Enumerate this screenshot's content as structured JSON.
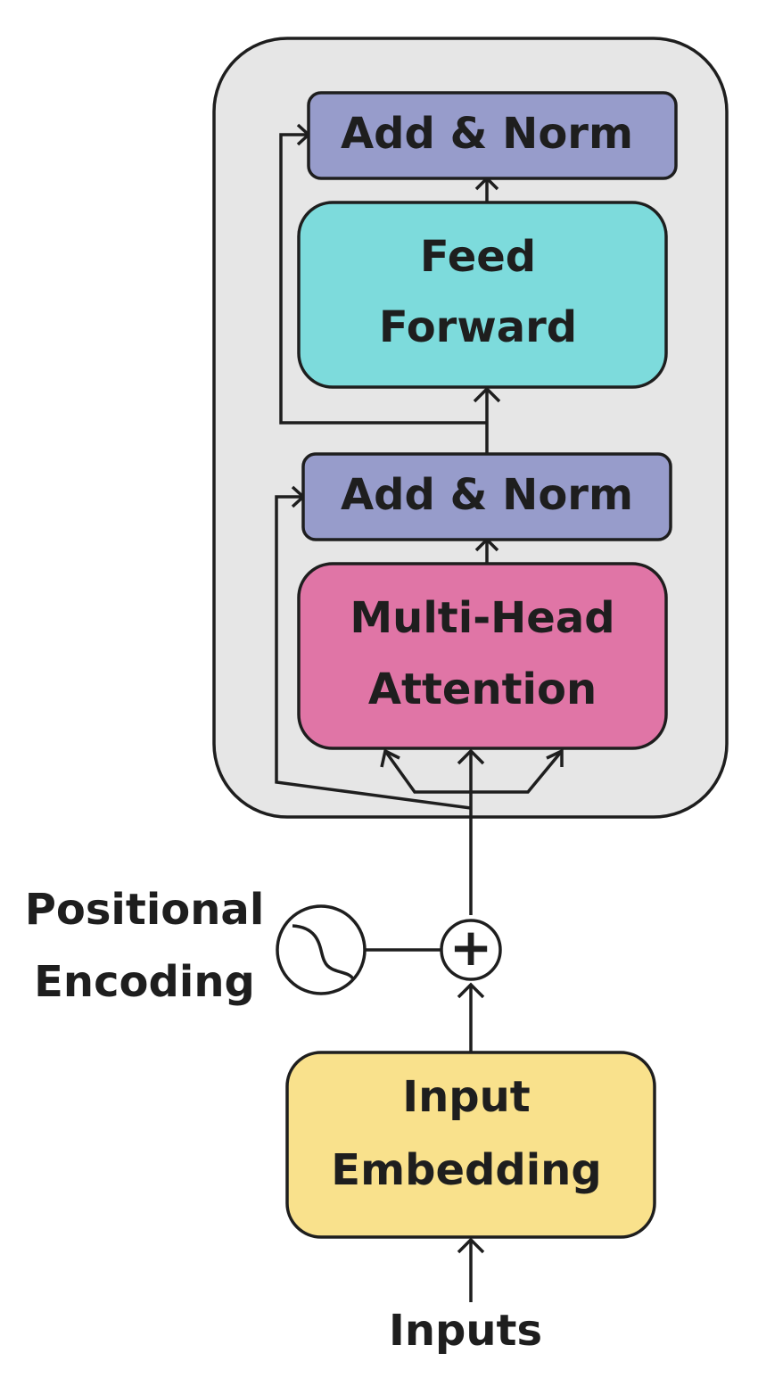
{
  "blocks": {
    "add_norm_top": {
      "label": "Add & Norm",
      "color": "#979ccb"
    },
    "feed_forward": {
      "line1": "Feed",
      "line2": "Forward",
      "color": "#7ddbdc"
    },
    "add_norm_bottom": {
      "label": "Add & Norm",
      "color": "#979ccb"
    },
    "multi_head_attention": {
      "line1": "Multi-Head",
      "line2": "Attention",
      "color": "#e075a6"
    },
    "input_embedding": {
      "line1": "Input",
      "line2": "Embedding",
      "color": "#f9e18c"
    }
  },
  "encoder_container": {
    "color": "#e6e6e6"
  },
  "positional_encoding": {
    "line1": "Positional",
    "line2": "Encoding",
    "symbol": "sine-wave"
  },
  "adder": {
    "symbol": "+"
  },
  "inputs": {
    "label": "Inputs"
  },
  "colors": {
    "stroke": "#1e1e1e",
    "text": "#1e1e1e",
    "background": "#ffffff"
  }
}
